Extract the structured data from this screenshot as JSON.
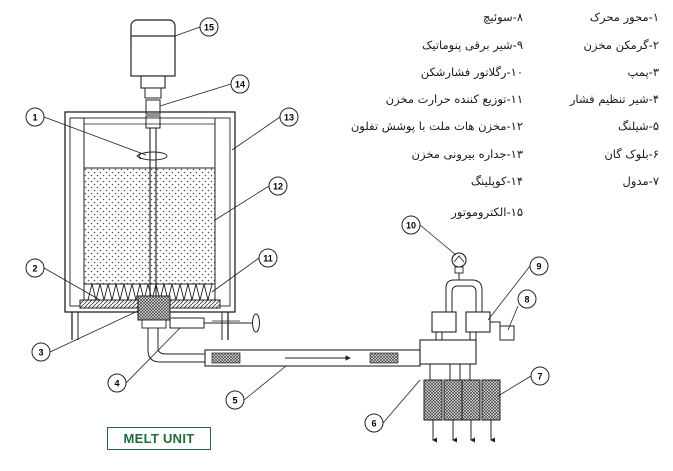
{
  "legend": {
    "right_column": [
      "۱-محور محرک",
      "۲-گرمکن مخزن",
      "۳-پمپ",
      "۴-شیر تنظیم فشار",
      "۵-شیلنگ",
      "۶-بلوک گان",
      "۷-مدول"
    ],
    "middle_column": [
      "۸-سوئیچ",
      "۹-شیر برقی پنوماتیک",
      "۱۰-رگلاتور فشارشکن",
      "۱۱-توزیع کننده حرارت مخزن",
      "۱۲-مخزن هات ملت با پوشش تفلون",
      "۱۳-جداره بیرونی مخزن",
      "۱۴-کوپلینگ",
      "۱۵-الکتروموتور"
    ]
  },
  "callouts": [
    "1",
    "2",
    "3",
    "4",
    "5",
    "6",
    "7",
    "8",
    "9",
    "10",
    "11",
    "12",
    "13",
    "14",
    "15"
  ],
  "unit_label": "MELT UNIT",
  "colors": {
    "line": "#222222",
    "frame": "#1f6b3a"
  }
}
